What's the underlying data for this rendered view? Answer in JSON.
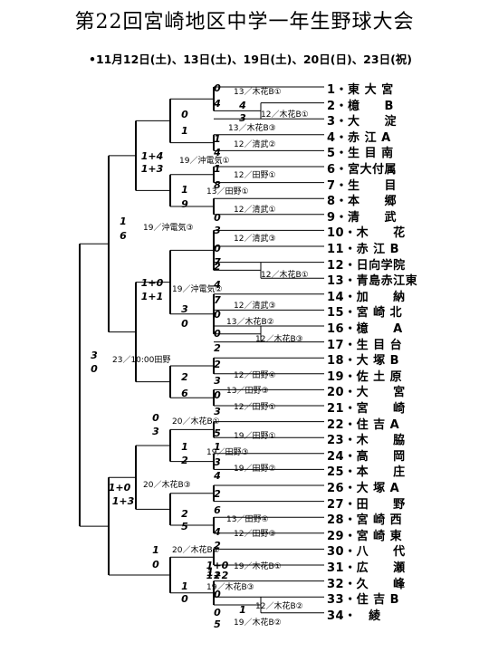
{
  "title": "第22回宮崎地区中学一年生野球大会",
  "dates": "•11月12日(土)、13日(土)、19日(土)、20日(日)、23日(祝)",
  "teams": [
    "1・東 大 宮",
    "2・檍　　B",
    "3・大　　淀",
    "4・赤 江 A",
    "5・生 目 南",
    "6・宮大付属",
    "7・生　　目",
    "8・本　　郷",
    "9・清　　武",
    "10・木　　花",
    "11・赤 江 B",
    "12・日向学院",
    "13・青島赤江東",
    "14・加　　納",
    "15・宮 崎 北",
    "16・檍　　A",
    "17・生 目 台",
    "18・大 塚 B",
    "19・佐 土 原",
    "20・大　　宮",
    "21・宮　　崎",
    "22・住 吉 A",
    "23・木　　脇",
    "24・高　　岡",
    "25・本　　庄",
    "26・大 塚 A",
    "27・田　　野",
    "28・宮 崎 西",
    "29・宮 崎 東",
    "30・八　　代",
    "31・広　　瀬",
    "32・久　　峰",
    "33・住 吉 B",
    "34・　綾"
  ],
  "venues": [
    "13／木花B①",
    "12／木花B①",
    "13／木花B③",
    "12／清武②",
    "19／沖電気①",
    "12／田野①",
    "13／田野①",
    "12／清武①",
    "19／沖電気③",
    "12／清武③",
    "12／木花B①",
    "19／沖電気②",
    "12／清武③",
    "13／木花B②",
    "12／木花B③",
    "23／10:00田野",
    "12／田野④",
    "13／田野③",
    "12／田野①",
    "20／木花B①",
    "19／田野①",
    "19／田野③",
    "19／田野②",
    "20／木花B③",
    "13／田野④",
    "12／田野③",
    "20／木花B②",
    "19／木花B①",
    "19／木花B③",
    "12／木花B②",
    "19／木花B②"
  ],
  "scores": [
    "0",
    "4",
    "4",
    "3",
    "1",
    "4",
    "0",
    "1",
    "1",
    "8",
    "1",
    "9",
    "0",
    "3",
    "1+4",
    "1+3",
    "1",
    "6",
    "3",
    "0",
    "0",
    "7",
    "2",
    "4",
    "1+0",
    "1+1",
    "7",
    "0",
    "3",
    "0",
    "0",
    "2",
    "2",
    "3",
    "2",
    "6",
    "0",
    "3",
    "0",
    "3",
    "5",
    "1",
    "1",
    "2",
    "3",
    "4",
    "1+0",
    "1+3",
    "2",
    "6",
    "2",
    "5",
    "4",
    "2",
    "1",
    "0",
    "1+0",
    "1+2",
    "1",
    "2",
    "1",
    "0",
    "0",
    "1",
    "0",
    "5",
    "1",
    "0"
  ]
}
